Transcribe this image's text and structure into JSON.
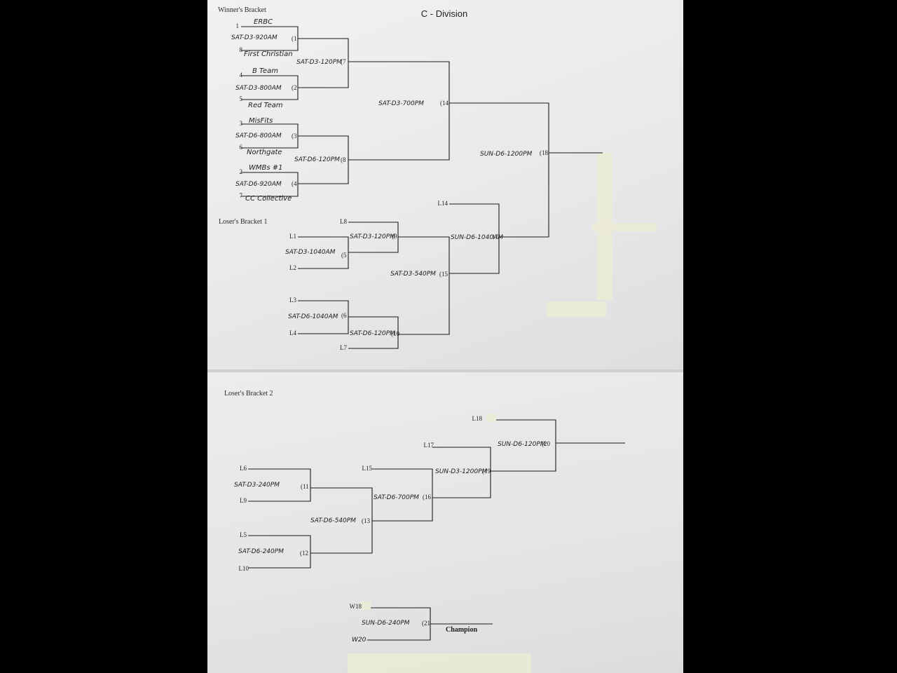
{
  "title": "C - Division",
  "headings": {
    "winners": "Winner's Bracket",
    "losers1": "Loser's Bracket 1",
    "losers2": "Loser's Bracket 2"
  },
  "seeds": {
    "s1": "1",
    "s8": "8",
    "s4": "4",
    "s5": "5",
    "s3": "3",
    "s6": "6",
    "s2": "2",
    "s7": "7"
  },
  "teams": {
    "t1": "ERBC",
    "t8": "First Christian",
    "t4": "B Team",
    "t5": "Red Team",
    "t3": "MisFits",
    "t6": "Northgate",
    "t2": "WMBs #1",
    "t7": "CC Collective"
  },
  "games": {
    "g1": {
      "time": "SAT-D3-920AM",
      "num": "(1"
    },
    "g2": {
      "time": "SAT-D3-800AM",
      "num": "(2"
    },
    "g3": {
      "time": "SAT-D6-800AM",
      "num": "(3"
    },
    "g4": {
      "time": "SAT-D6-920AM",
      "num": "(4"
    },
    "g5": {
      "time": "SAT-D3-1040AM",
      "num": "(5"
    },
    "g6": {
      "time": "SAT-D6-1040AM",
      "num": "(6"
    },
    "g7": {
      "time": "SAT-D3-120PM",
      "num": "(7"
    },
    "g8": {
      "time": "SAT-D6-120PM",
      "num": "(8"
    },
    "g9": {
      "time": "SAT-D3-120PM",
      "num": "(9"
    },
    "g10": {
      "time": "SAT-D6-120PM",
      "num": "(10"
    },
    "g11": {
      "time": "SAT-D3-240PM",
      "num": "(11"
    },
    "g12": {
      "time": "SAT-D6-240PM",
      "num": "(12"
    },
    "g13": {
      "time": "SAT-D6-540PM",
      "num": "(13"
    },
    "g14": {
      "time": "SAT-D3-700PM",
      "num": "(14"
    },
    "g15": {
      "time": "SAT-D3-540PM",
      "num": "(15"
    },
    "g16": {
      "time": "SAT-D6-700PM",
      "num": "(16"
    },
    "g17": {
      "time": "SUN-D6-1040AM",
      "num": "17"
    },
    "g18": {
      "time": "SUN-D6-1200PM",
      "num": "(18"
    },
    "g19": {
      "time": "SUN-D3-1200PM",
      "num": "(19"
    },
    "g20": {
      "time": "SUN-D6-120PM",
      "num": "(20"
    },
    "g21": {
      "time": "SUN-D6-240PM",
      "num": "(21"
    }
  },
  "refs": {
    "L1": "L1",
    "L2": "L2",
    "L3": "L3",
    "L4": "L4",
    "L5": "L5",
    "L6": "L6",
    "L7": "L7",
    "L8": "L8",
    "L9": "L9",
    "L10": "L10",
    "L14": "L14",
    "L15": "L15",
    "L17": "L17",
    "L18": "L18",
    "W18": "W18",
    "W20": "W20"
  },
  "champion": "Champion"
}
